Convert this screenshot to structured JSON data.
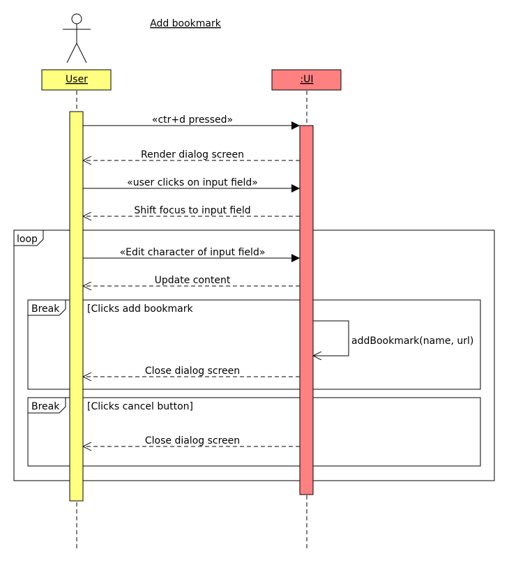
{
  "title": "Add bookmark",
  "participants": [
    {
      "id": "user",
      "label": "User",
      "kind": "actor",
      "color": "#ffff80"
    },
    {
      "id": "ui",
      "label": ":UI",
      "kind": "object",
      "color": "#ff8080"
    }
  ],
  "messages": [
    {
      "label": "«ctr+d pressed»",
      "from": "user",
      "to": "ui",
      "style": "sync"
    },
    {
      "label": "Render dialog screen",
      "from": "ui",
      "to": "user",
      "style": "return"
    },
    {
      "label": "«user clicks on input field»",
      "from": "user",
      "to": "ui",
      "style": "sync"
    },
    {
      "label": "Shift focus to input field",
      "from": "ui",
      "to": "user",
      "style": "return"
    },
    {
      "label": "«Edit character of input field»",
      "from": "user",
      "to": "ui",
      "style": "sync"
    },
    {
      "label": "Update content",
      "from": "ui",
      "to": "user",
      "style": "return"
    },
    {
      "label": "addBookmark(name, url)",
      "from": "ui",
      "to": "ui",
      "style": "self"
    },
    {
      "label": "Close dialog screen",
      "from": "ui",
      "to": "user",
      "style": "return"
    },
    {
      "label": "Close dialog screen",
      "from": "ui",
      "to": "user",
      "style": "return"
    }
  ],
  "fragments": [
    {
      "operator": "loop",
      "guard": ""
    },
    {
      "operator": "Break",
      "guard": "[Clicks add bookmark"
    },
    {
      "operator": "Break",
      "guard": "[Clicks cancel button]"
    }
  ]
}
